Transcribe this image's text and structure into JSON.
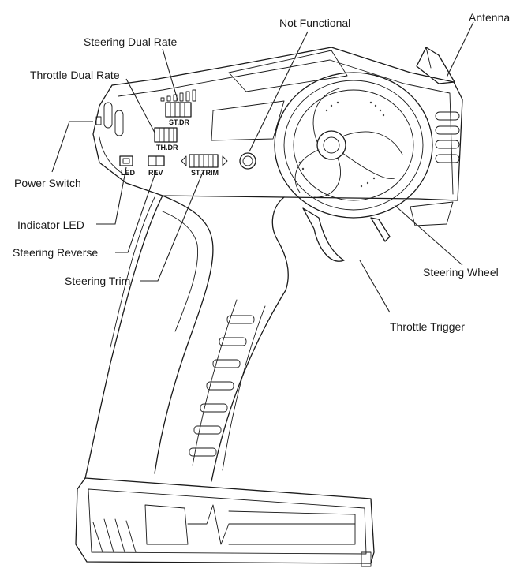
{
  "callouts": {
    "not_functional": "Not Functional",
    "antenna": "Antenna",
    "steering_dual_rate": "Steering Dual Rate",
    "throttle_dual_rate": "Throttle Dual Rate",
    "power_switch": "Power Switch",
    "indicator_led": "Indicator LED",
    "steering_reverse": "Steering Reverse",
    "steering_trim": "Steering Trim",
    "steering_wheel": "Steering Wheel",
    "throttle_trigger": "Throttle Trigger"
  },
  "panel": {
    "st_dr": "ST.DR",
    "th_dr": "TH.DR",
    "led": "LED",
    "rev": "REV",
    "st_trim": "ST.TRIM"
  }
}
